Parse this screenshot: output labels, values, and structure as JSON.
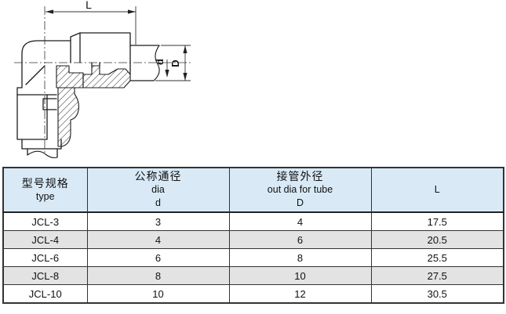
{
  "diagram": {
    "dim_length_label": "L",
    "dim_inner_label": "d",
    "dim_outer_label": "D"
  },
  "table": {
    "columns": [
      {
        "lines": [
          "型号规格",
          "type"
        ]
      },
      {
        "lines": [
          "公称通径",
          "dia",
          "d"
        ]
      },
      {
        "lines": [
          "接管外径",
          "out dia for tube",
          "D"
        ]
      },
      {
        "lines": [
          "L"
        ]
      }
    ],
    "rows": [
      [
        "JCL-3",
        "3",
        "4",
        "17.5"
      ],
      [
        "JCL-4",
        "4",
        "6",
        "20.5"
      ],
      [
        "JCL-6",
        "6",
        "8",
        "25.5"
      ],
      [
        "JCL-8",
        "8",
        "10",
        "27.5"
      ],
      [
        "JCL-10",
        "10",
        "12",
        "30.5"
      ]
    ]
  },
  "colors": {
    "header_bg": "#d9eaf6",
    "zebra_bg": "#e3e3e3",
    "table_line": "#333333",
    "drawing_line": "#1c1c1c"
  }
}
